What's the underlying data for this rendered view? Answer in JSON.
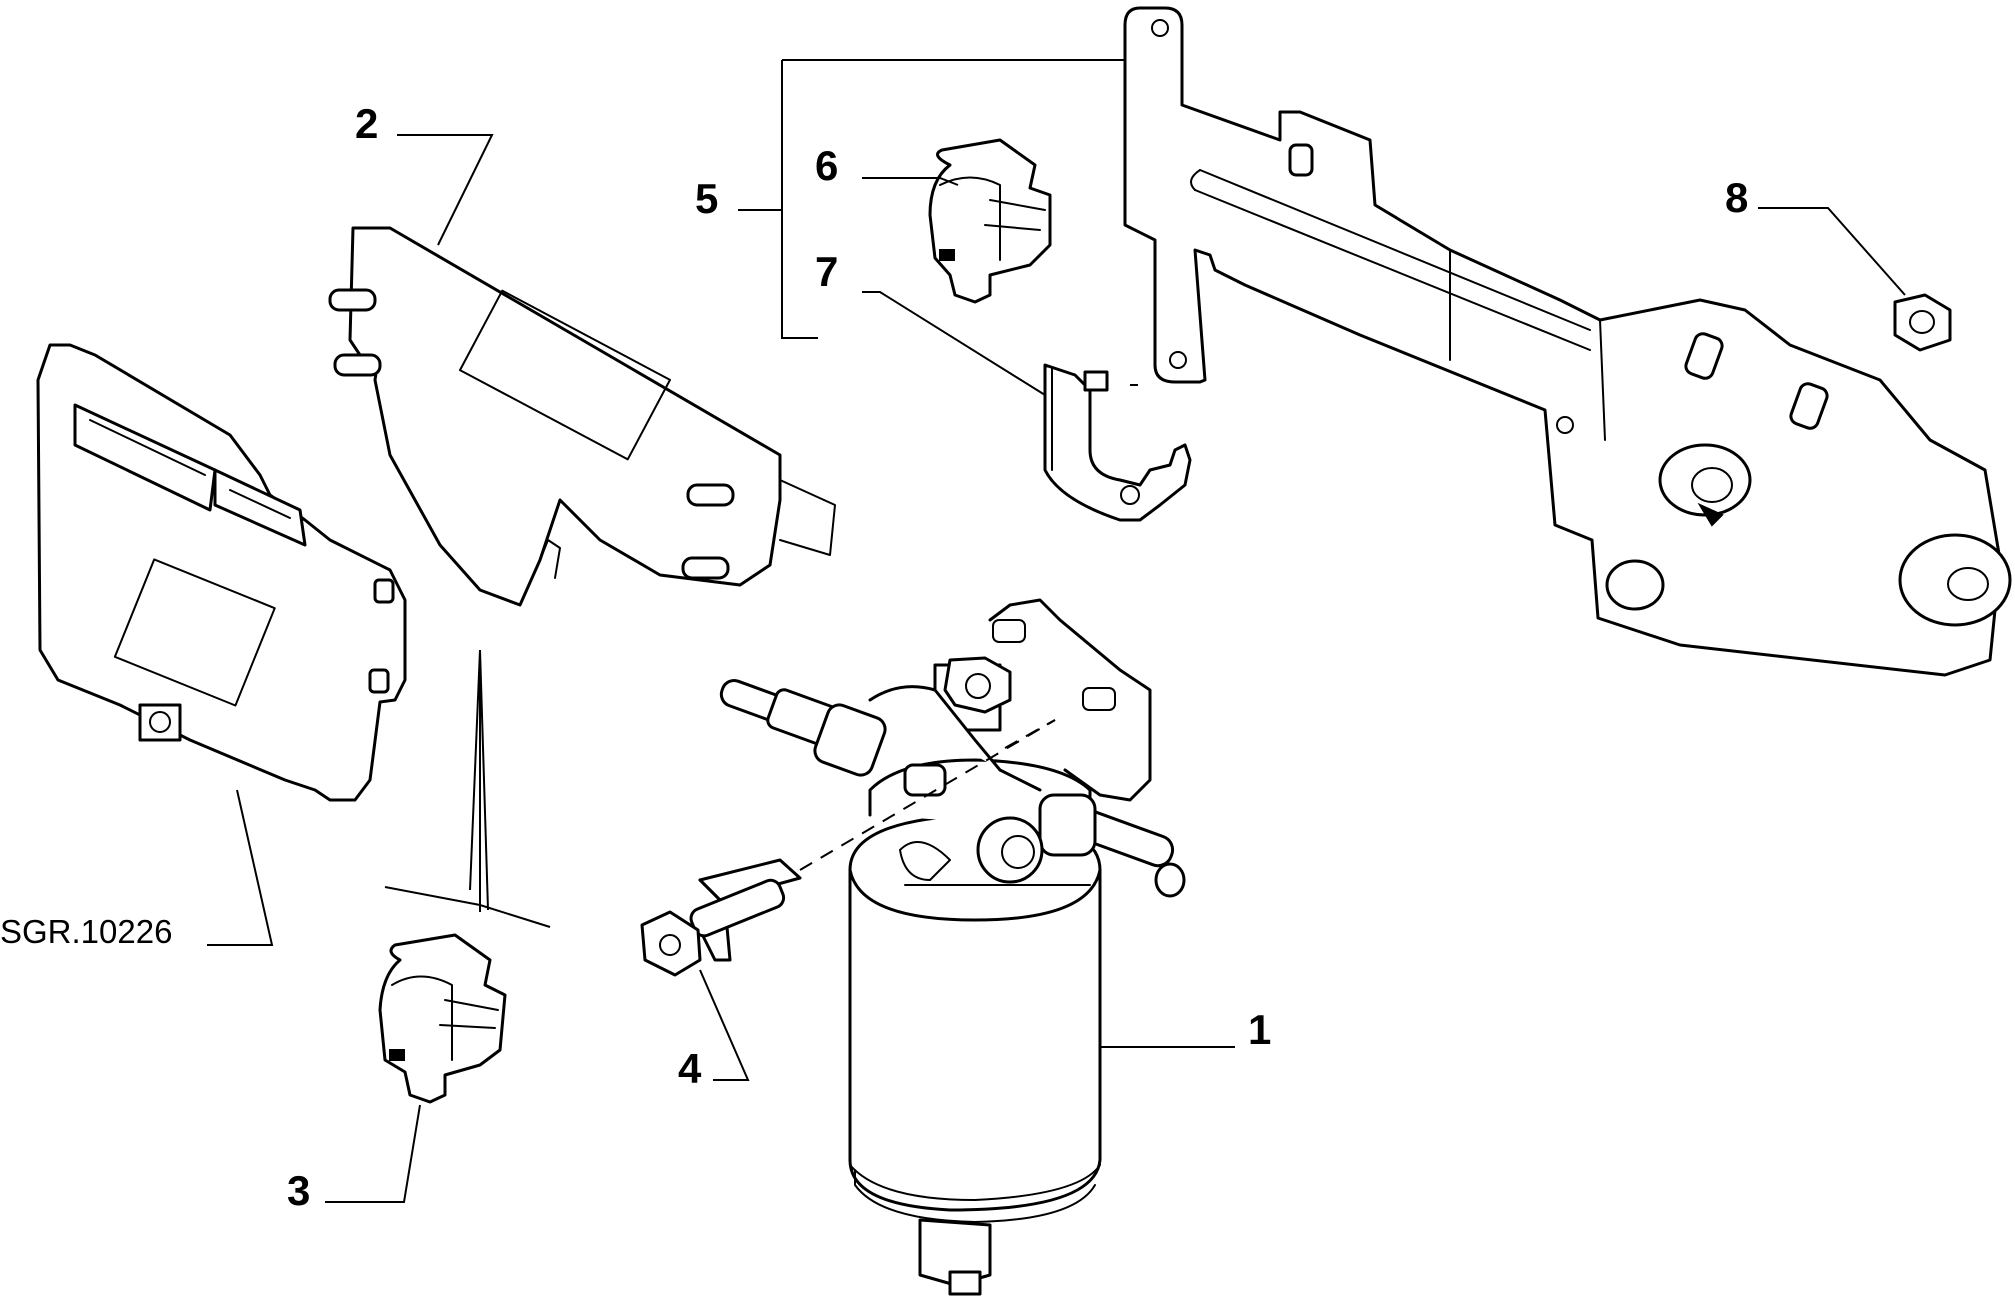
{
  "callouts": {
    "c1": "1",
    "c2": "2",
    "c3": "3",
    "c4": "4",
    "c5": "5",
    "c6": "6",
    "c7": "7",
    "c8": "8"
  },
  "reference": "SGR.10226",
  "colors": {
    "line": "#000000",
    "background": "#ffffff"
  }
}
